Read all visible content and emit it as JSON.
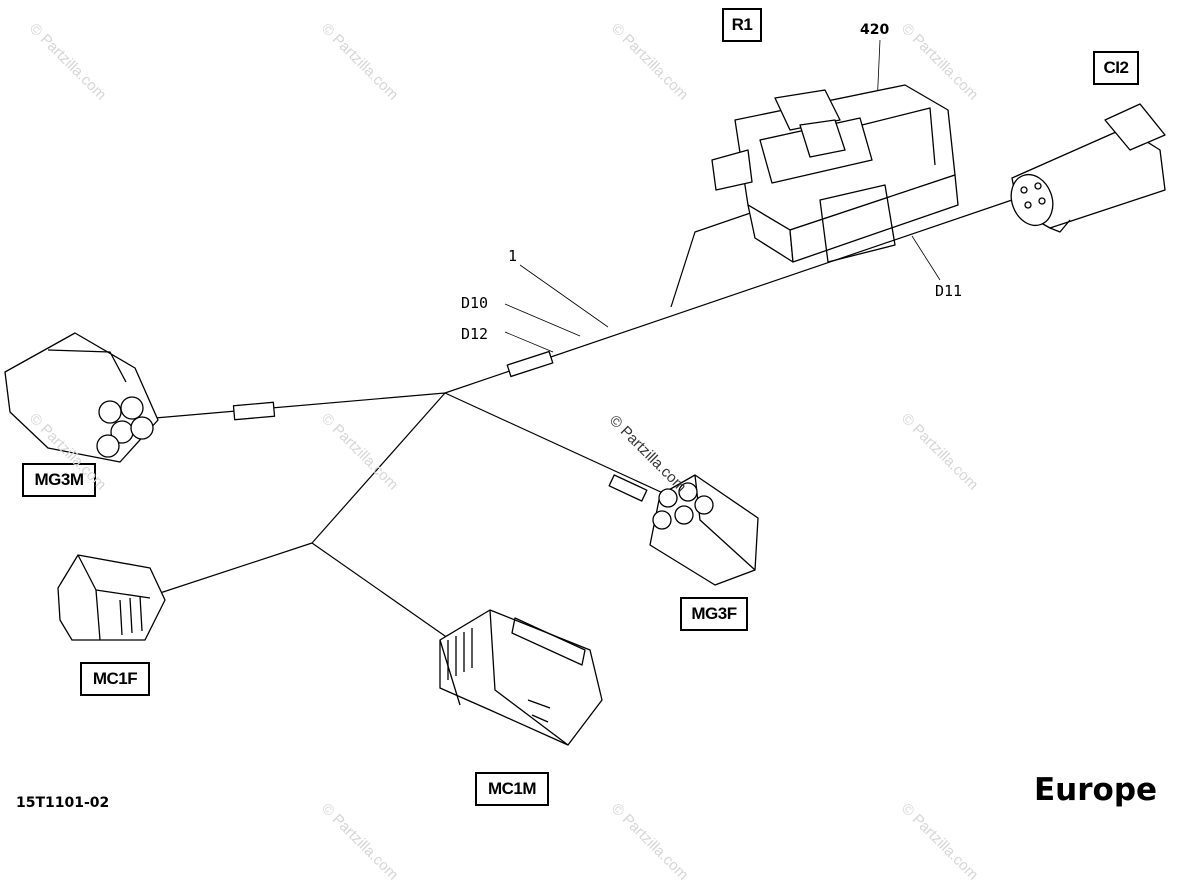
{
  "diagram": {
    "connector_labels": {
      "r1": "R1",
      "ci2": "CI2",
      "mg3m": "MG3M",
      "mg3f": "MG3F",
      "mc1f": "MC1F",
      "mc1m": "MC1M"
    },
    "callouts": {
      "part_420": "420",
      "part_1": "1",
      "d10": "D10",
      "d12": "D12",
      "d11": "D11"
    },
    "diagram_id": "15T1101-02",
    "region": "Europe",
    "watermark_text": "© Partzilla.com"
  }
}
